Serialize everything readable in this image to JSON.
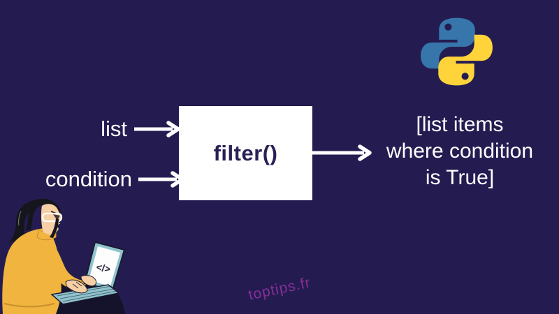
{
  "page": {
    "bg_color": "#241C51"
  },
  "diagram": {
    "inputs": [
      {
        "label": "list"
      },
      {
        "label": "condition"
      }
    ],
    "function_box": {
      "label": "filter()",
      "bg_color": "#FFFFFF",
      "text_color": "#292055"
    },
    "output": {
      "lines": [
        "[list items",
        "where condition",
        "is True]"
      ]
    },
    "arrow_color": "#FFFFFF"
  },
  "python_logo": {
    "name": "python-logo",
    "blue": "#3776AB",
    "yellow": "#FFD43B"
  },
  "illustration": {
    "name": "person-coding-on-laptop",
    "code_glyph": "</>",
    "sweater_color": "#F0B43F",
    "laptop_color": "#8FC4CE",
    "hair_color": "#15151C",
    "pants_color": "#15122B",
    "skin_color": "#F6CFA4"
  },
  "watermark": {
    "text": "toptips.fr",
    "color": "#8C2F9B"
  }
}
